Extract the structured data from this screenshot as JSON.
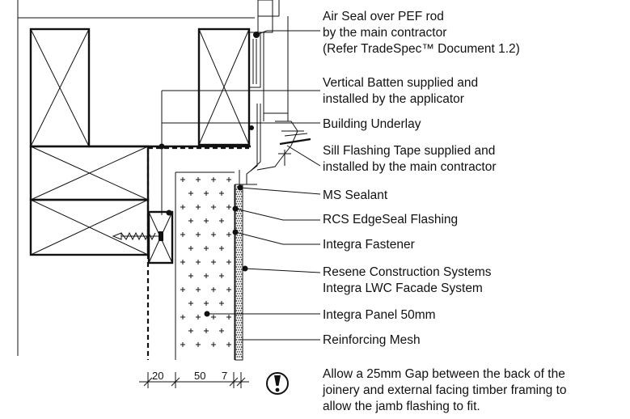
{
  "callouts": [
    {
      "id": "air-seal",
      "lines": [
        "Air Seal over PEF rod",
        "by the main contractor",
        "(Refer TradeSpec™ Document 1.2)"
      ]
    },
    {
      "id": "vertical-batten",
      "lines": [
        "Vertical Batten supplied and",
        "installed by the applicator"
      ]
    },
    {
      "id": "building-underlay",
      "lines": [
        "Building Underlay"
      ]
    },
    {
      "id": "sill-flashing-tape",
      "lines": [
        "Sill Flashing Tape supplied and",
        "installed by the main contractor"
      ]
    },
    {
      "id": "ms-sealant",
      "lines": [
        "MS Sealant"
      ]
    },
    {
      "id": "rcs-edgeseal",
      "lines": [
        "RCS EdgeSeal Flashing"
      ]
    },
    {
      "id": "integra-fastener",
      "lines": [
        "Integra Fastener"
      ]
    },
    {
      "id": "facade-system",
      "lines": [
        "Resene Construction Systems",
        "Integra LWC Facade System"
      ]
    },
    {
      "id": "integra-panel",
      "lines": [
        "Integra Panel 50mm"
      ]
    },
    {
      "id": "reinforcing-mesh",
      "lines": [
        "Reinforcing Mesh"
      ]
    }
  ],
  "dimensions": [
    "20",
    "50",
    "7"
  ],
  "note": {
    "icon": "caution-icon",
    "lines": [
      "Allow a 25mm Gap between the back of the",
      "joinery and external facing timber framing to",
      "allow the jamb flashing to fit."
    ]
  }
}
